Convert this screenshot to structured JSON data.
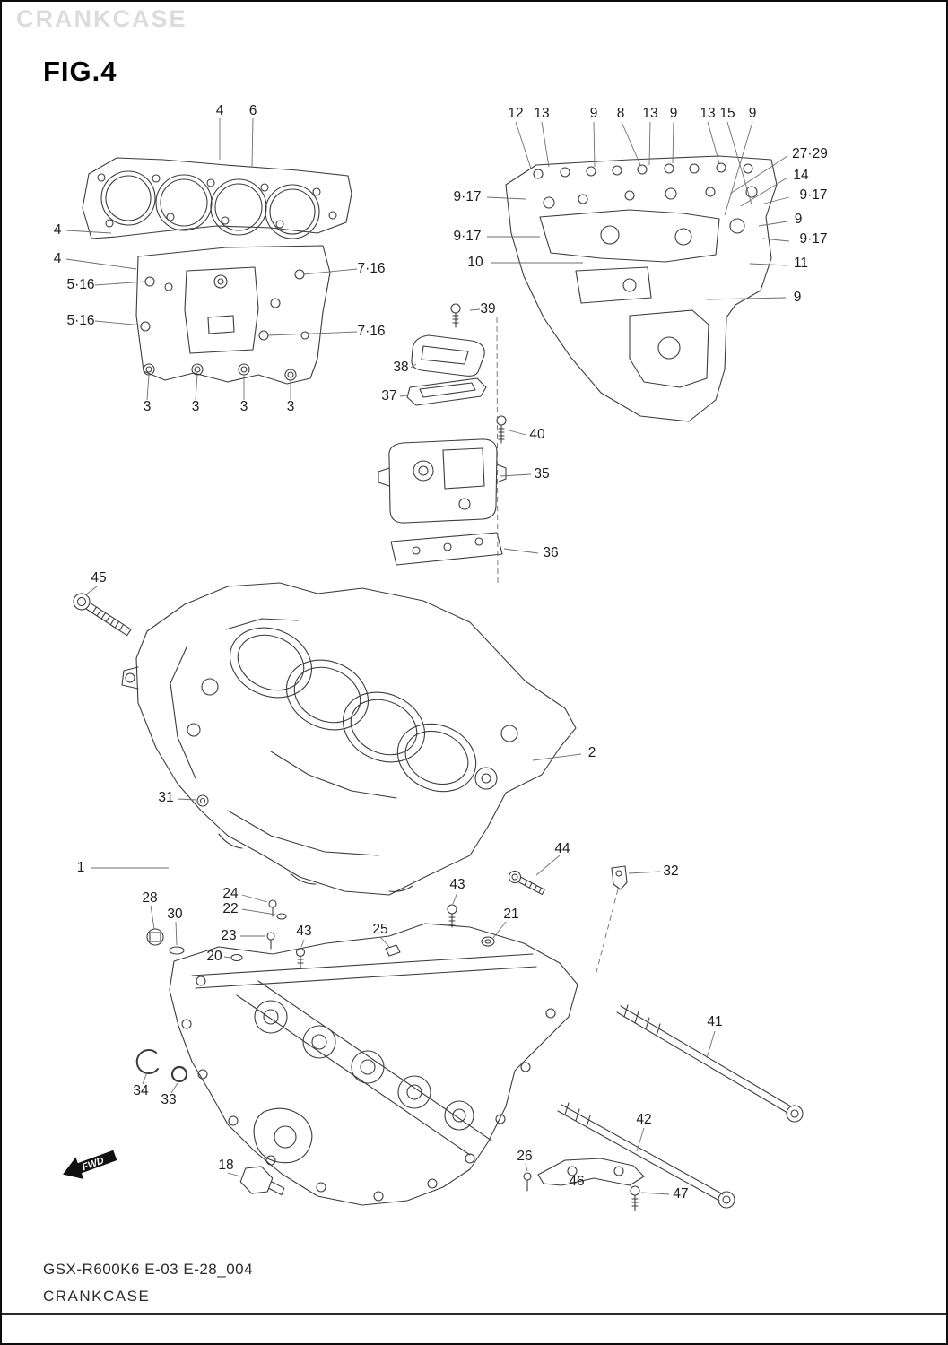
{
  "page": {
    "watermark": "CRANKCASE",
    "figure_title": "FIG.4",
    "footer_code": "GSX-R600K6 E-03 E-28_004",
    "footer_title": "CRANKCASE",
    "fwd_label": "FWD"
  },
  "colors": {
    "paper": "#ffffff",
    "ink": "#3c3c3c",
    "border": "#0d0d0d",
    "watermark": "#dcdcdc"
  },
  "callouts": [
    "4",
    "6",
    "4",
    "4",
    "5·16",
    "5·16",
    "7·16",
    "7·16",
    "3",
    "3",
    "3",
    "3",
    "12",
    "13",
    "9",
    "8",
    "13",
    "9",
    "13",
    "15",
    "9",
    "27·29",
    "14",
    "9·17",
    "9",
    "9·17",
    "11",
    "9",
    "9·17",
    "9·17",
    "10",
    "39",
    "38",
    "37",
    "40",
    "35",
    "36",
    "45",
    "2",
    "31",
    "1",
    "44",
    "43",
    "32",
    "28",
    "30",
    "24",
    "22",
    "23",
    "20",
    "43",
    "25",
    "21",
    "34",
    "33",
    "41",
    "42",
    "18",
    "26",
    "46",
    "47"
  ]
}
